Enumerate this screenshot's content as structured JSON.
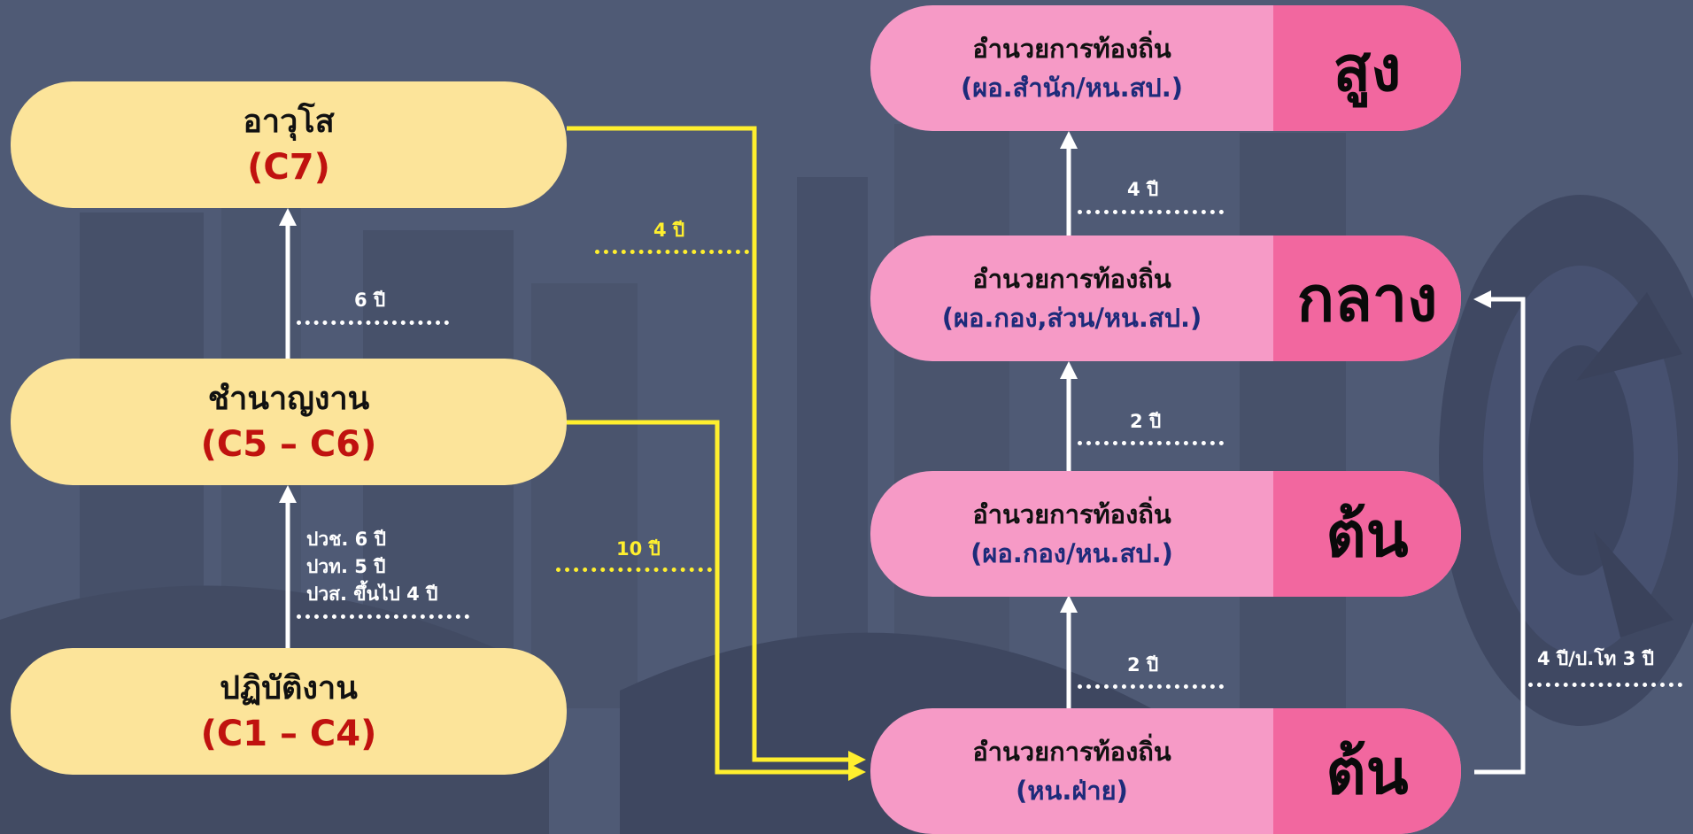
{
  "colors": {
    "background": "#4f5a75",
    "support_pill": "#fce49a",
    "support_code": "#c0120f",
    "exec_pill": "#f69ac6",
    "exec_level": "#f2679f",
    "exec_subtitle": "#1d2b7a",
    "yellow_line": "#ffef2e",
    "white_line": "#ffffff"
  },
  "support_track": [
    {
      "title": "อาวุโส",
      "code": "(C7)"
    },
    {
      "title": "ชำนาญงาน",
      "code": "(C5 – C6)"
    },
    {
      "title": "ปฏิบัติงาน",
      "code": "(C1 – C4)"
    }
  ],
  "executive_track": [
    {
      "title": "อำนวยการท้องถิ่น",
      "subtitle": "(ผอ.สำนัก/หน.สป.)",
      "level": "สูง"
    },
    {
      "title": "อำนวยการท้องถิ่น",
      "subtitle": "(ผอ.กอง,ส่วน/หน.สป.)",
      "level": "กลาง"
    },
    {
      "title": "อำนวยการท้องถิ่น",
      "subtitle": "(ผอ.กอง/หน.สป.)",
      "level": "ต้น"
    },
    {
      "title": "อำนวยการท้องถิ่น",
      "subtitle": "(หน.ฝ่าย)",
      "level": "ต้น"
    }
  ],
  "durations": {
    "c5_to_c7": "6 ปี",
    "c1_to_c5": [
      "ปวช. 6 ปี",
      "ปวท. 5 ปี",
      "ปวส. ขึ้นไป 4 ปี"
    ],
    "c7_to_exec": "4 ปี",
    "c5_to_exec": "10 ปี",
    "mid_to_high": "4 ปี",
    "early_to_mid": "2 ปี",
    "head_to_early": "2 ปี",
    "head_to_mid": "4 ปี/ป.โท 3 ปี"
  }
}
